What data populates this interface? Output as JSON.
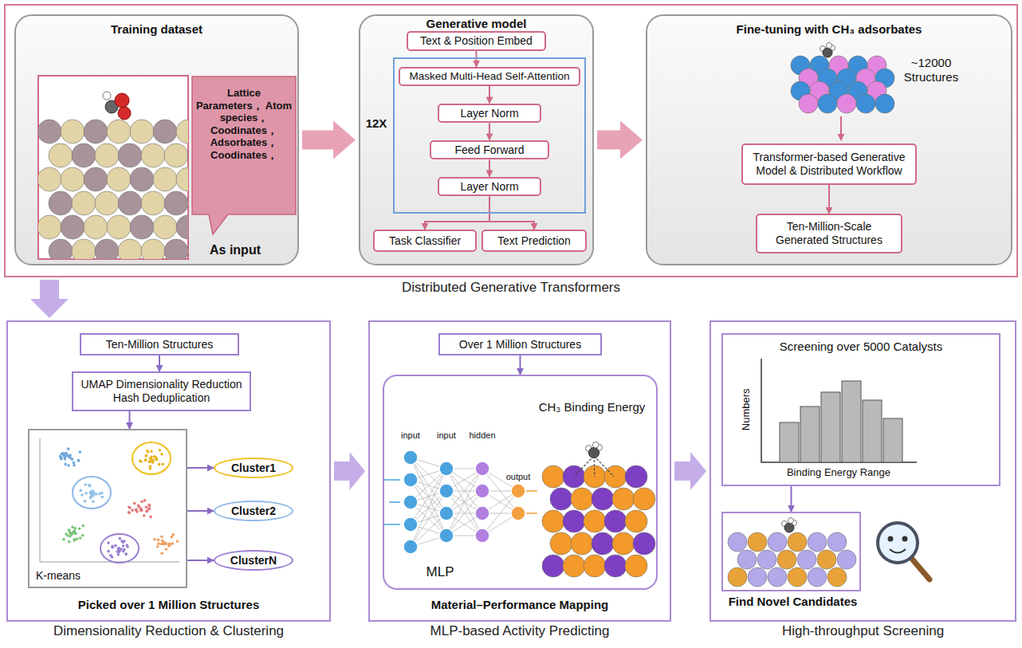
{
  "diagram": {
    "nodes": [
      {
        "text": [
          "Distributed Generative Transformers"
        ]
      },
      {
        "text": [
          "Training dataset"
        ],
        "in": 0
      },
      {
        "text": [
          "Lattice Parameters， Atom species， Coodinates， Adsorbates， Coodinates，"
        ],
        "in": 1
      },
      {
        "text": [
          "Generative model"
        ],
        "in": 0
      },
      {
        "text": [
          "Text & Position Embed"
        ],
        "in": 3
      },
      {
        "text": [
          "12X"
        ],
        "in": 3
      },
      {
        "text": [
          "Masked Multi-Head Self-Attention"
        ],
        "in": 5
      },
      {
        "text": [
          "Layer Norm"
        ],
        "in": 5
      },
      {
        "text": [
          "Feed Forward"
        ],
        "in": 5
      },
      {
        "text": [
          "Layer Norm"
        ],
        "in": 5
      },
      {
        "text": [
          "Task Classifier"
        ],
        "in": 3
      },
      {
        "text": [
          "Text Prediction"
        ],
        "in": 3
      },
      {
        "text": [
          "Fine-tuning with CH₃ adsorbates"
        ],
        "in": 0
      },
      {
        "text": [
          "Transformer-based Generative Model & Distributed Workflow"
        ],
        "in": 12
      },
      {
        "text": [
          "Ten-Million-Scale Generated Structures"
        ],
        "in": 12
      },
      {
        "text": [
          "Dimensionality Reduction & Clustering",
          "Picked over 1 Million Structures"
        ]
      },
      {
        "text": [
          "Ten-Million Structures"
        ],
        "in": 15
      },
      {
        "text": [
          "UMAP Dimensionality Reduction Hash Deduplication"
        ],
        "in": 15
      },
      {
        "text": [
          "K-means"
        ],
        "in": 15
      },
      {
        "text": [
          "Cluster1"
        ],
        "in": 15
      },
      {
        "text": [
          "Cluster2"
        ],
        "in": 15
      },
      {
        "text": [
          "ClusterN"
        ],
        "in": 15
      },
      {
        "text": [
          "MLP-based Activity Predicting",
          "Material–Performance Mapping"
        ]
      },
      {
        "text": [
          "Over 1 Million Structures"
        ],
        "in": 22
      },
      {
        "text": [
          "MLP",
          "CH₃ Binding Energy"
        ],
        "in": 22
      },
      {
        "text": [
          "High-throughput Screening"
        ]
      },
      {
        "text": [
          "Screening over 5000 Catalysts"
        ],
        "in": 25
      },
      {
        "text": [
          "Find Novel Candidates"
        ],
        "in": 25
      }
    ],
    "edges": [
      {
        "from": 1,
        "to": 3,
        "arrow": "to"
      },
      {
        "from": 3,
        "to": 12,
        "arrow": "to"
      },
      {
        "from": 4,
        "to": 6,
        "arrow": "to"
      },
      {
        "from": 6,
        "to": 7,
        "arrow": "to"
      },
      {
        "from": 7,
        "to": 8,
        "arrow": "to"
      },
      {
        "from": 8,
        "to": 9,
        "arrow": "to"
      },
      {
        "from": 9,
        "to": 10,
        "arrow": "to"
      },
      {
        "from": 9,
        "to": 11,
        "arrow": "to"
      },
      {
        "from": 13,
        "to": 14,
        "arrow": "to"
      },
      {
        "from": 0,
        "to": 15,
        "arrow": "to"
      },
      {
        "from": 16,
        "to": 17,
        "arrow": "to"
      },
      {
        "from": 17,
        "to": 18,
        "arrow": "to"
      },
      {
        "from": 18,
        "to": 19,
        "arrow": "to"
      },
      {
        "from": 18,
        "to": 20,
        "arrow": "to"
      },
      {
        "from": 18,
        "to": 21,
        "arrow": "to"
      },
      {
        "from": 15,
        "to": 22,
        "arrow": "to"
      },
      {
        "from": 22,
        "to": 25,
        "arrow": "to"
      },
      {
        "from": 23,
        "to": 24,
        "arrow": "to"
      },
      {
        "from": 26,
        "to": 27,
        "arrow": "to"
      }
    ],
    "labels": [
      "As input",
      "~12000 Structures",
      "input",
      "input",
      "hidden",
      "output",
      "Numbers",
      "Binding Energy Range"
    ]
  }
}
